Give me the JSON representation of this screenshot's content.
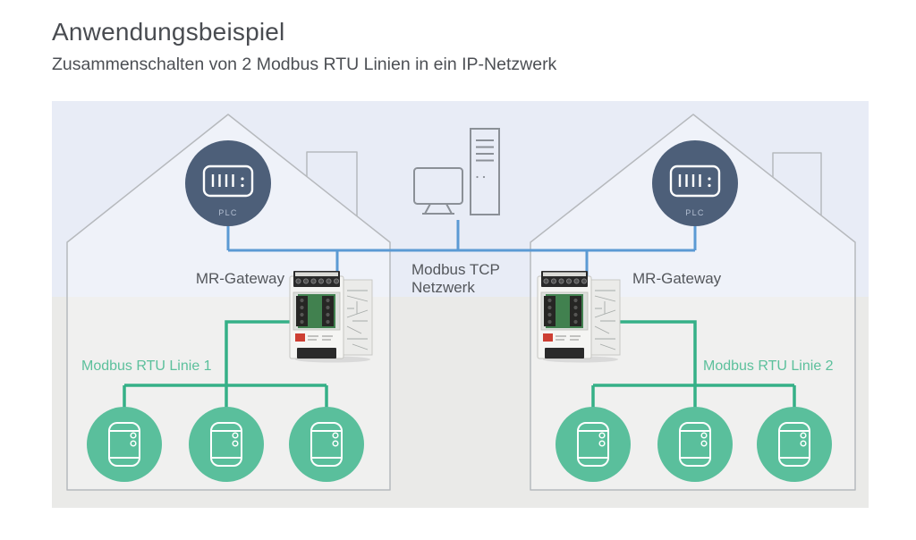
{
  "header": {
    "title": "Anwendungsbeispiel",
    "subtitle": "Zusammenschalten von 2 Modbus RTU Linien in ein IP-Netzwerk"
  },
  "network": {
    "label_line1": "Modbus TCP",
    "label_line2": "Netzwerk"
  },
  "houses": {
    "left": {
      "plc_label": "PLC",
      "gateway_label": "MR-Gateway",
      "rtu_line_label": "Modbus RTU Linie 1",
      "device_count": 3
    },
    "right": {
      "plc_label": "PLC",
      "gateway_label": "MR-Gateway",
      "rtu_line_label": "Modbus RTU Linie 2",
      "device_count": 3
    }
  },
  "icons": {
    "plc": "plc-controller-icon",
    "network_computer": "desktop-computer-icon",
    "rtu_device": "field-device-icon",
    "gateway": "mr-gateway-module-image"
  },
  "colors": {
    "blue_zone": "#e8ecf6",
    "gray_zone": "#eaeae8",
    "modbus_tcp_line": "#5b9ad4",
    "modbus_rtu_line": "#35b087",
    "device_circle": "#5abf9c",
    "plc_circle": "#4d5f79",
    "house_outline": "#b6b9bd",
    "heading_text": "#494c51",
    "label_text": "#54575c",
    "green_text": "#5cc09c"
  }
}
